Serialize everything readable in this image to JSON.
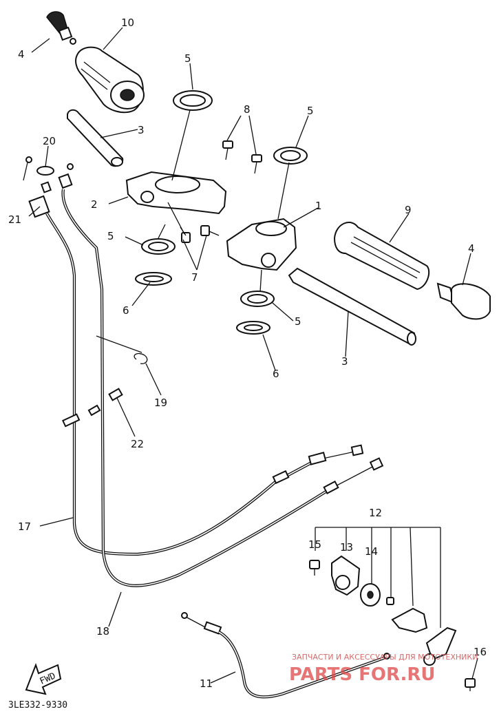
{
  "diagram": {
    "part_numbers": [
      "1",
      "2",
      "3",
      "4",
      "5",
      "6",
      "7",
      "8",
      "9",
      "10",
      "11",
      "12",
      "13",
      "14",
      "15",
      "16",
      "17",
      "18",
      "19",
      "20",
      "21",
      "22"
    ],
    "fwd_label": "FWD",
    "drawing_code": "3LE332-9330",
    "watermark_top": "ЗАПЧАСТИ И АКСЕССУАРЫ ДЛЯ МОТОТЕХНИКИ",
    "watermark_brand": "PARTS FOR.RU",
    "colors": {
      "ink": "#111111",
      "watermark": "#e04848"
    }
  }
}
